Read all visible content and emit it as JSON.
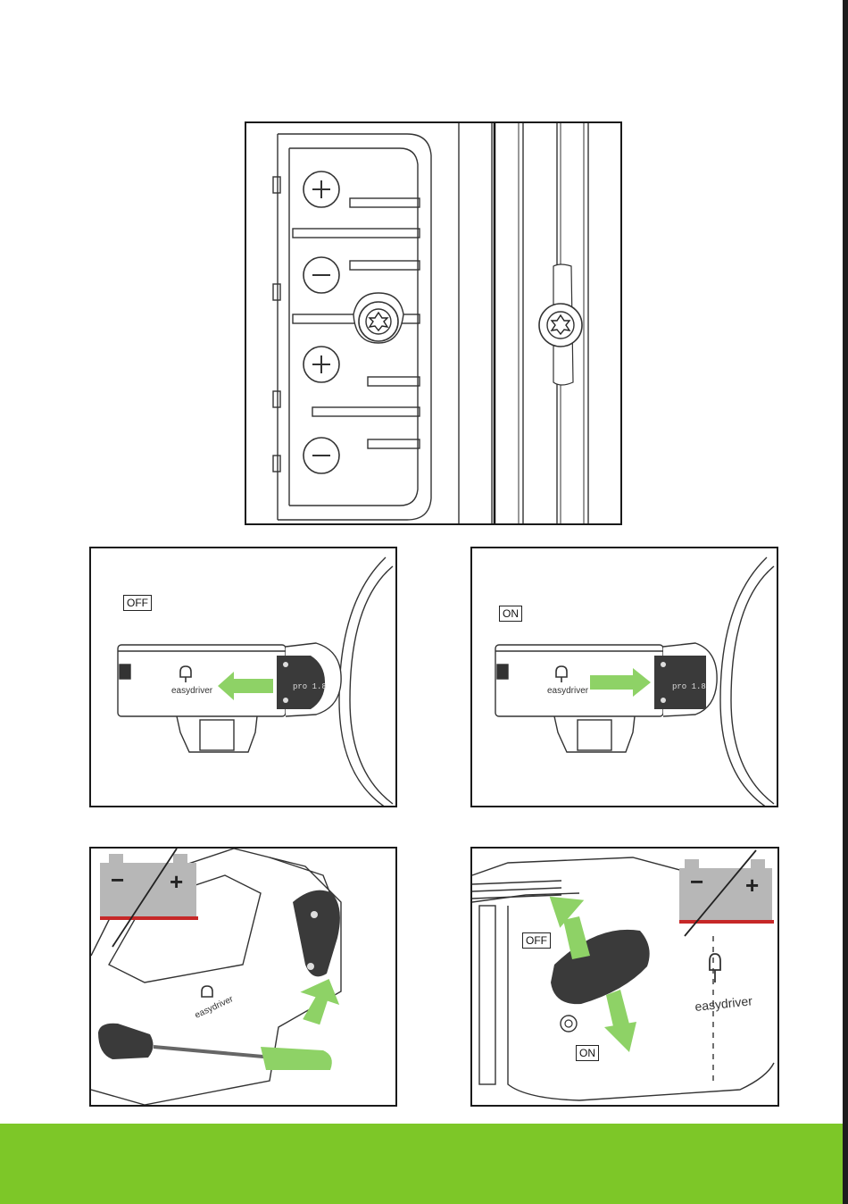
{
  "labels": {
    "off": "OFF",
    "on": "ON",
    "brand": "easydriver",
    "model": "pro 1.8",
    "minus": "−",
    "plus": "+"
  },
  "colors": {
    "accent_green": "#7dc728",
    "arrow_green": "#8ed266",
    "battery_grey": "#b7b7b7",
    "battery_red": "#c62828",
    "body_dark": "#3a3a3a"
  },
  "icons": {
    "screw_plus": "plus-screw-icon",
    "screw_minus": "minus-screw-icon",
    "torx": "torx-bolt-icon",
    "arrow": "arrow-icon",
    "battery": "battery-icon",
    "logo": "easydriver-logo-icon"
  }
}
